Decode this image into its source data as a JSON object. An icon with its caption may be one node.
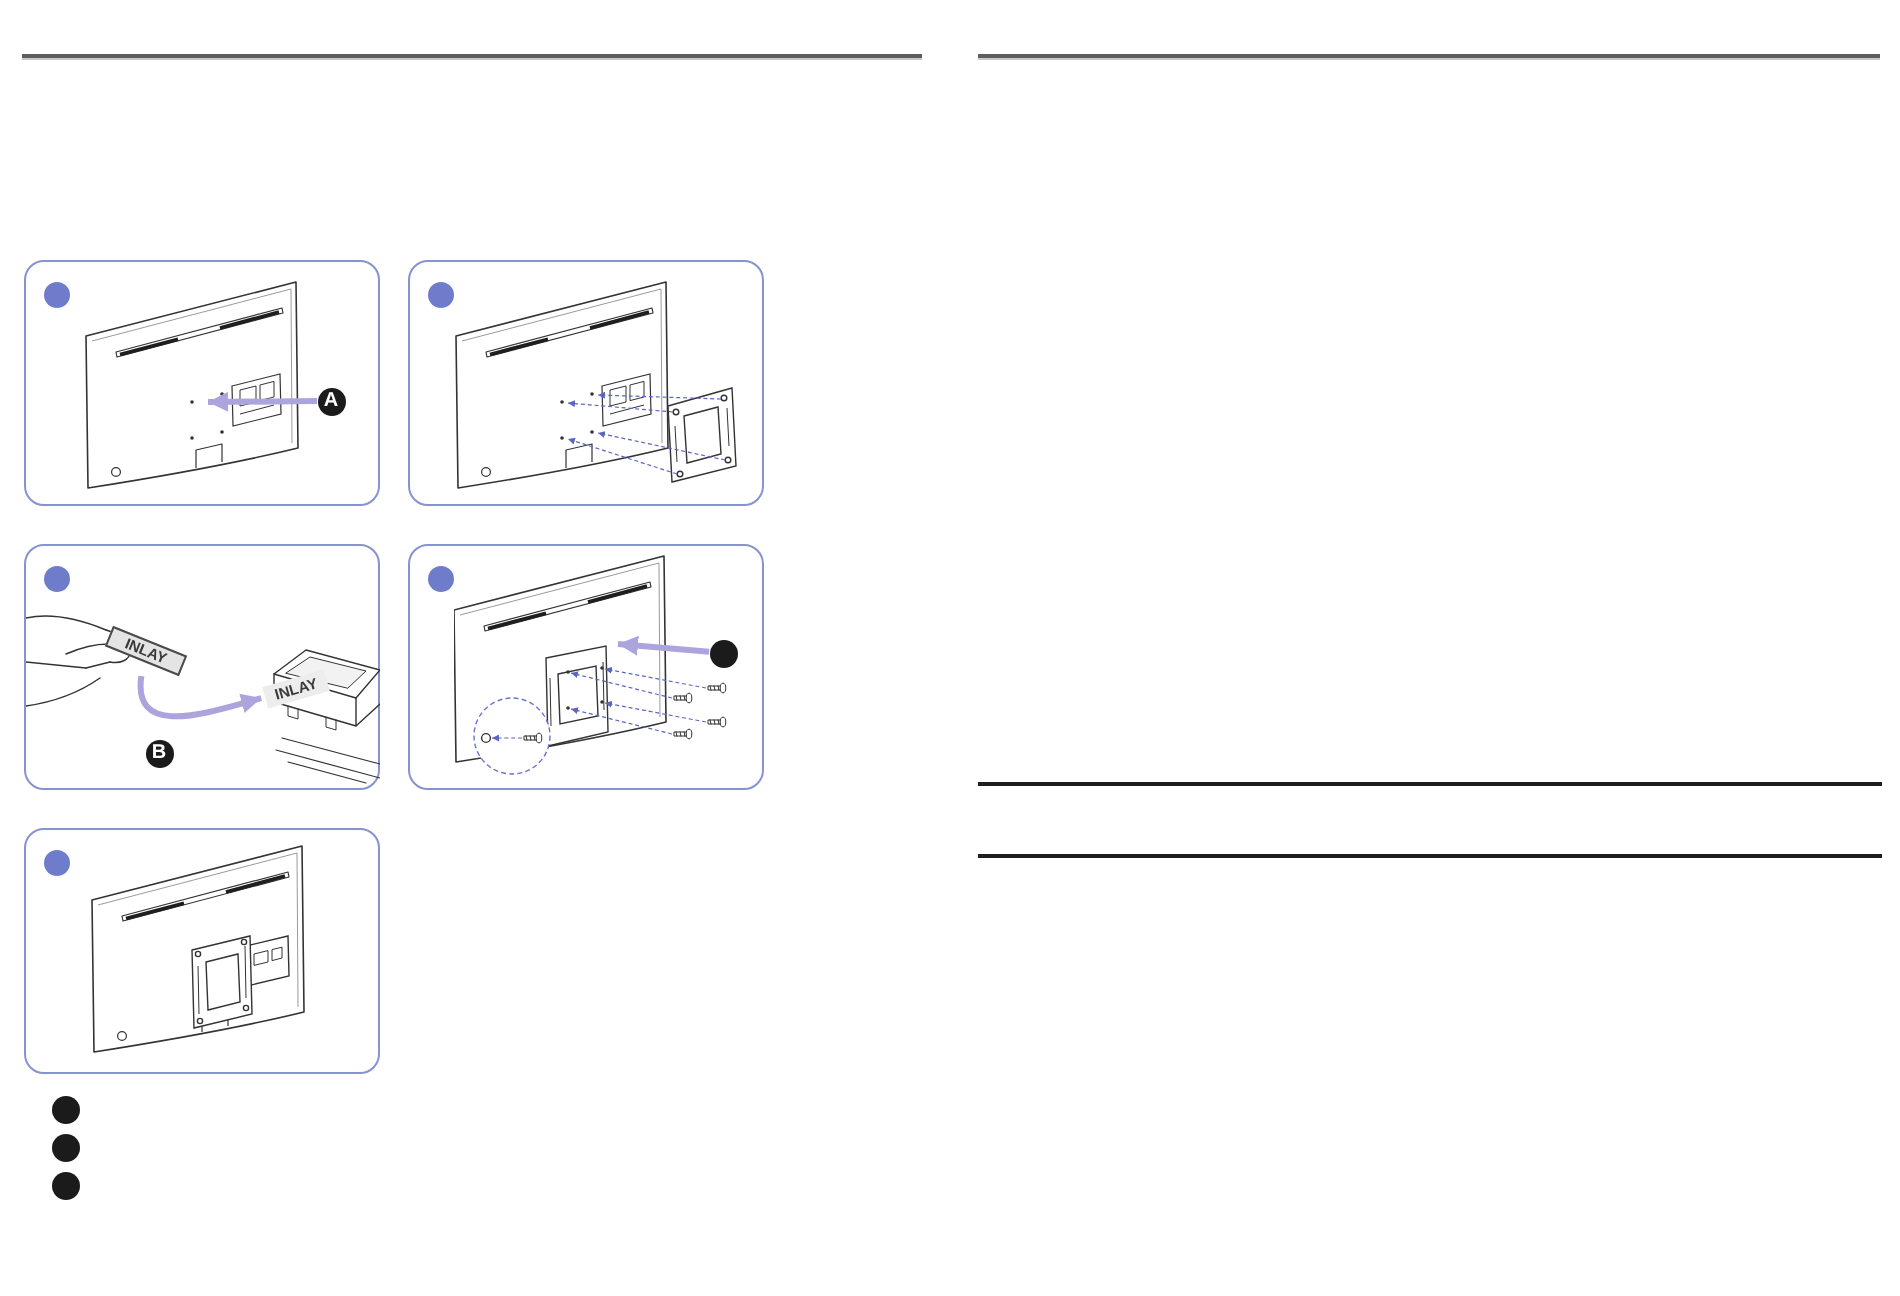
{
  "diagram": {
    "nodes": [
      {
        "text": [],
        "shape": "box"
      },
      {
        "text": [
          "A"
        ],
        "in": 0
      },
      {
        "text": [],
        "shape": "box"
      },
      {
        "text": [],
        "shape": "box"
      },
      {
        "text": [
          "INLAY"
        ],
        "in": 3
      },
      {
        "text": [
          "INLAY"
        ],
        "in": 3
      },
      {
        "text": [
          "B"
        ],
        "in": 3
      },
      {
        "text": [],
        "shape": "box"
      },
      {
        "text": [],
        "shape": "circle",
        "in": 7
      },
      {
        "text": [],
        "shape": "box"
      },
      {
        "text": [],
        "shape": "circle"
      },
      {
        "text": [],
        "shape": "circle"
      },
      {
        "text": [],
        "shape": "circle"
      }
    ],
    "edges": [
      {
        "from": 1,
        "to": null,
        "arrow": "to"
      },
      {
        "from": 4,
        "to": 5,
        "arrow": "to"
      },
      {
        "from": 8,
        "to": null,
        "arrow": "to"
      }
    ]
  }
}
